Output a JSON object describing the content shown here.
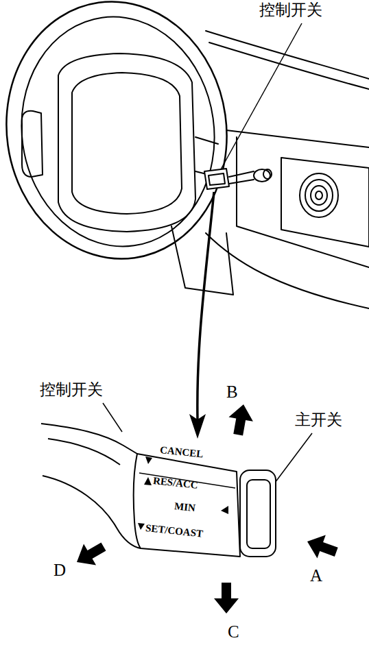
{
  "diagram": {
    "labels": [
      "控制开关",
      "控制开关",
      "主开关",
      "B",
      "CANCEL",
      "RES/ACC",
      "MIN",
      "SET/COAST",
      "A",
      "D",
      "C"
    ]
  }
}
